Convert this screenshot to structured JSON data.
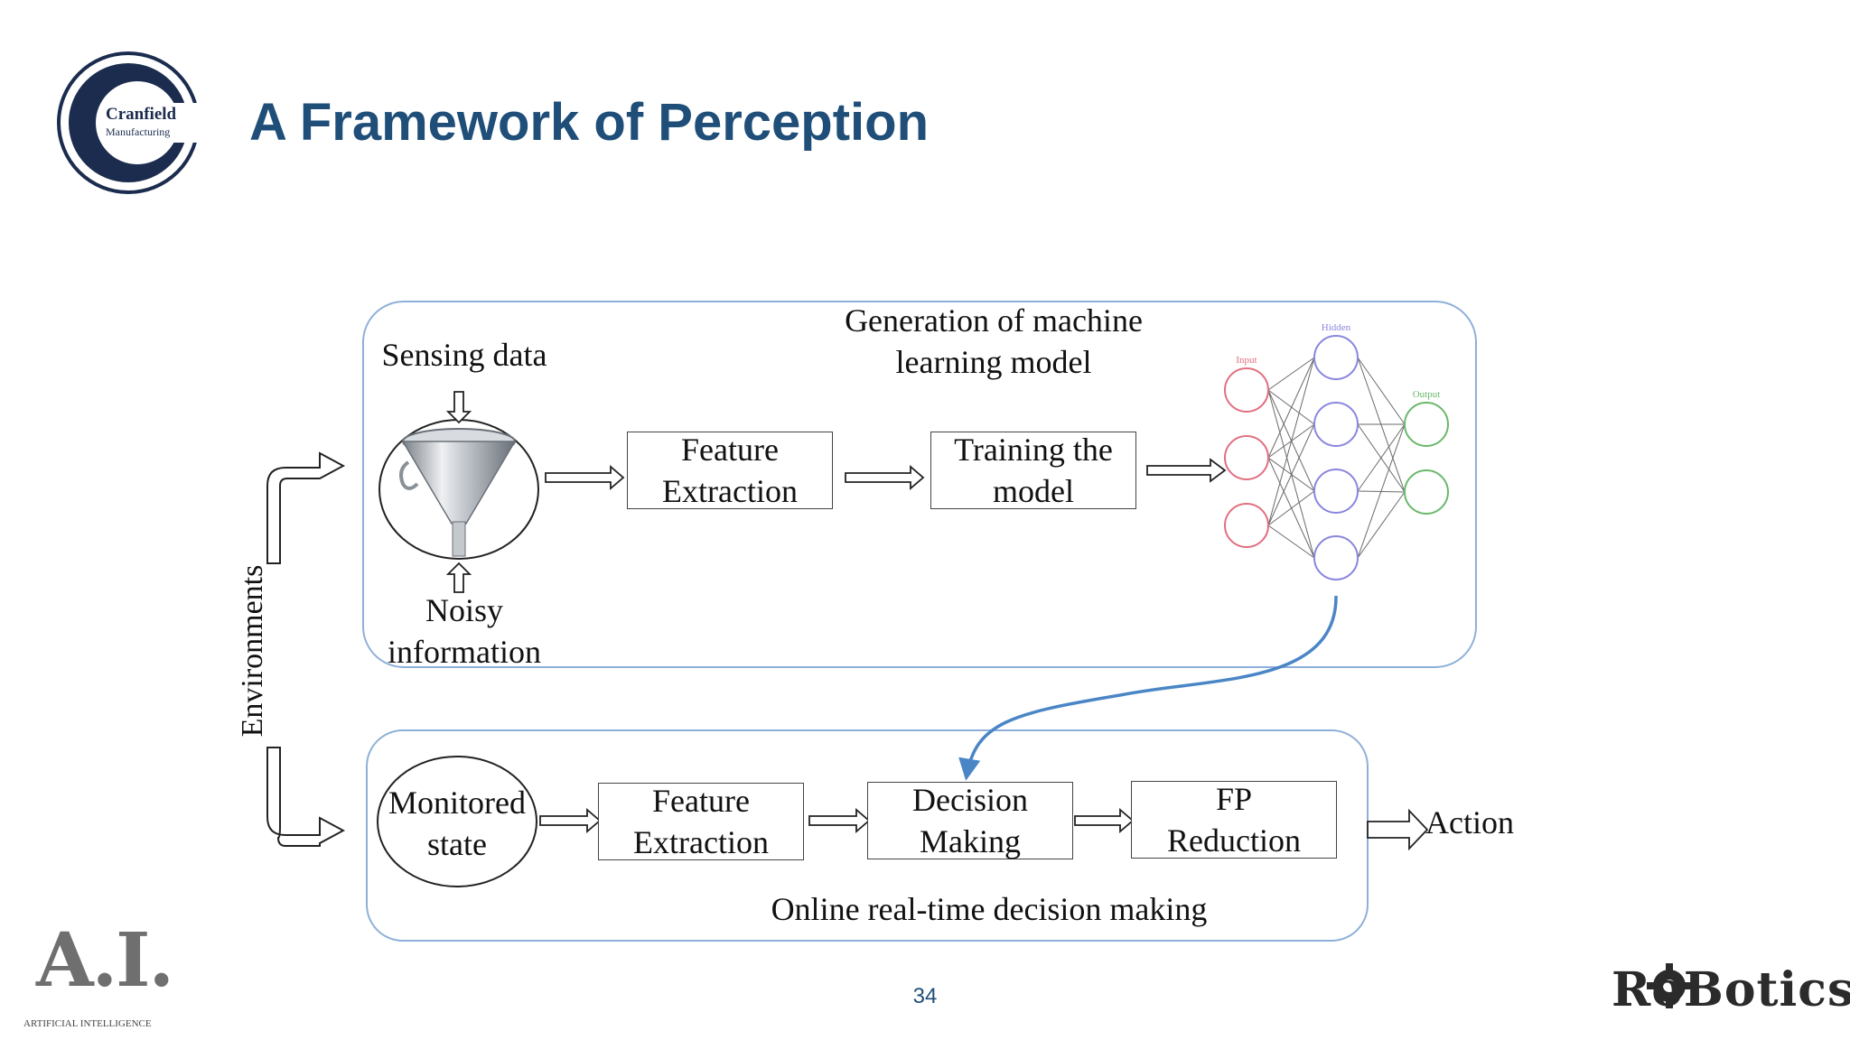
{
  "slide": {
    "title": "A Framework of Perception",
    "page_number": "34"
  },
  "logos": {
    "cranfield_line1": "Cranfield",
    "cranfield_line2": "Manufacturing",
    "ai_mark": "A.I.",
    "ai_caption": "ARTIFICIAL INTELLIGENCE",
    "robotics": "RoBotics"
  },
  "diagram": {
    "environments": "Environments",
    "top_panel": {
      "heading_line1": "Generation of  machine",
      "heading_line2": "learning model",
      "sensing_data": "Sensing data",
      "noisy_line1": "Noisy",
      "noisy_line2": "information",
      "feature_line1": "Feature",
      "feature_line2": "Extraction",
      "training_line1": "Training the",
      "training_line2": "model",
      "nn_input": "Input",
      "nn_hidden": "Hidden",
      "nn_output": "Output"
    },
    "bottom_panel": {
      "monitored_line1": "Monitored",
      "monitored_line2": "state",
      "feature_line1": "Feature",
      "feature_line2": "Extraction",
      "decision_line1": "Decision",
      "decision_line2": "Making",
      "fp_line1": "FP",
      "fp_line2": "Reduction",
      "caption": "Online real-time decision making",
      "action": "Action"
    },
    "colors": {
      "panel_border": "#8eb0d8",
      "flow_arrow": "#4a86c6",
      "nn_input": "#e07080",
      "nn_hidden": "#8a86dd",
      "nn_output": "#6bb86b",
      "title": "#1f4e79"
    }
  }
}
